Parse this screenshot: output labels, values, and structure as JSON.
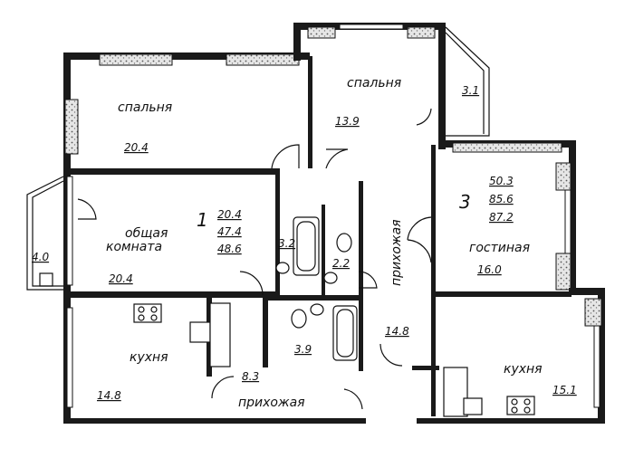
{
  "rooms": {
    "bedroom_left": {
      "name": "спальня",
      "area": "20.4"
    },
    "bedroom_top": {
      "name": "спальня",
      "area": "13.9"
    },
    "balcony_top": {
      "area": "3.1"
    },
    "living_left": {
      "name_line1": "общая",
      "name_line2": "комната",
      "area": "20.4"
    },
    "balcony_left": {
      "area": "4.0"
    },
    "bath_left": {
      "area": "3.2"
    },
    "wc_left": {
      "area": "2.2"
    },
    "hall_vertical": {
      "name": "прихожая"
    },
    "living_right": {
      "name": "гостиная",
      "area": "16.0"
    },
    "bath_center": {
      "area": "3.9"
    },
    "hall_center": {
      "area": "14.8"
    },
    "hall_left": {
      "area": "8.3"
    },
    "hall_bottom": {
      "name": "прихожая"
    },
    "kitchen_left": {
      "name": "кухня",
      "area": "14.8"
    },
    "kitchen_right": {
      "name": "кухня",
      "area": "15.1"
    }
  },
  "apartments": {
    "apt1": {
      "number": "1",
      "living": "20.4",
      "total": "47.4",
      "gross": "48.6"
    },
    "apt3": {
      "number": "3",
      "living": "50.3",
      "total": "85.6",
      "gross": "87.2"
    }
  }
}
